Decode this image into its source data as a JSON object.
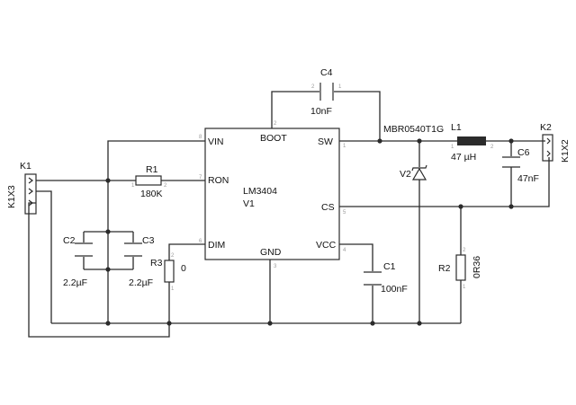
{
  "ic": {
    "name": "LM3404",
    "version": "V1",
    "pins": {
      "vin": "VIN",
      "ron": "RON",
      "dim": "DIM",
      "boot": "BOOT",
      "sw": "SW",
      "cs": "CS",
      "vcc": "VCC",
      "gnd": "GND"
    },
    "pin_numbers": {
      "vin": "8",
      "ron": "7",
      "dim": "6",
      "boot": "2",
      "sw": "1",
      "cs": "5",
      "vcc": "4",
      "gnd": "3"
    }
  },
  "components": {
    "k1": {
      "ref": "K1",
      "part": "K1X3"
    },
    "k2": {
      "ref": "K2",
      "part": "K1X2"
    },
    "r1": {
      "ref": "R1",
      "value": "180K"
    },
    "r2": {
      "ref": "R2",
      "value": "0R36"
    },
    "r3": {
      "ref": "R3",
      "value": "0"
    },
    "c1": {
      "ref": "C1",
      "value": "100nF"
    },
    "c2": {
      "ref": "C2",
      "value": "2.2µF"
    },
    "c3": {
      "ref": "C3",
      "value": "2.2µF"
    },
    "c4": {
      "ref": "C4",
      "value": "10nF"
    },
    "c6": {
      "ref": "C6",
      "value": "47nF"
    },
    "l1": {
      "ref": "L1",
      "value": "47 µH"
    },
    "v2": {
      "ref": "V2",
      "part": "MBR0540T1G"
    }
  },
  "pin_numbers": {
    "one": "1",
    "two": "2",
    "three": "3"
  }
}
